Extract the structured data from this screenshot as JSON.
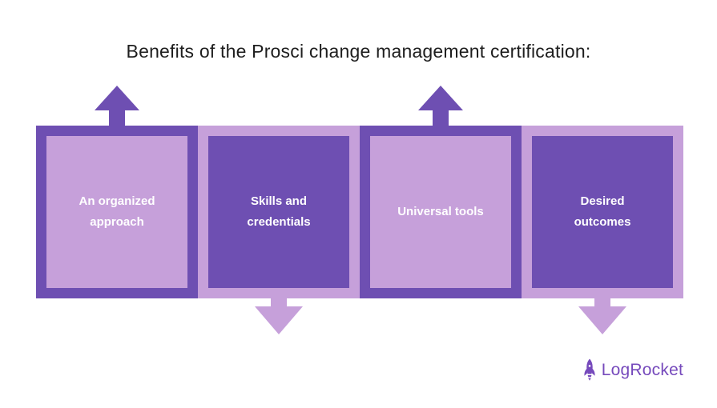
{
  "title": "Benefits of the Prosci change management certification:",
  "colors": {
    "dark_purple": "#6e4fb2",
    "light_purple": "#c6a0da",
    "box_text": "#ffffff",
    "title_text": "#1e1e1e",
    "logo_purple": "#764abc",
    "background": "#ffffff"
  },
  "boxes": [
    {
      "label": "An organized approach",
      "fill": "light",
      "border": "dark",
      "arrow": "up"
    },
    {
      "label": "Skills and credentials",
      "fill": "dark",
      "border": "light",
      "arrow": "down"
    },
    {
      "label": "Universal tools",
      "fill": "light",
      "border": "dark",
      "arrow": "up"
    },
    {
      "label": "Desired outcomes",
      "fill": "dark",
      "border": "light",
      "arrow": "down"
    }
  ],
  "logo": {
    "icon": "rocket-icon",
    "text": "LogRocket"
  }
}
